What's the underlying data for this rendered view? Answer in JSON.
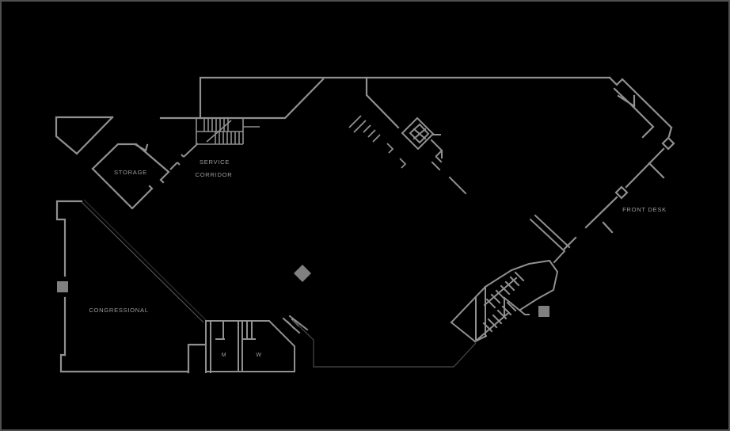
{
  "plan": {
    "labels": {
      "storage": "STORAGE",
      "service_corridor_line1": "SERVICE",
      "service_corridor_line2": "CORRIDOR",
      "congressional": "CONGRESSIONAL",
      "front_desk": "FRONT DESK",
      "mens_restroom": "M",
      "womens_restroom": "W"
    },
    "colors": {
      "background": "#000000",
      "walls": "#909090",
      "labels": "#9c9c9c",
      "dark_lines": "#4a4a4a",
      "fills": "#808080",
      "border": "#4f4f4f"
    }
  }
}
